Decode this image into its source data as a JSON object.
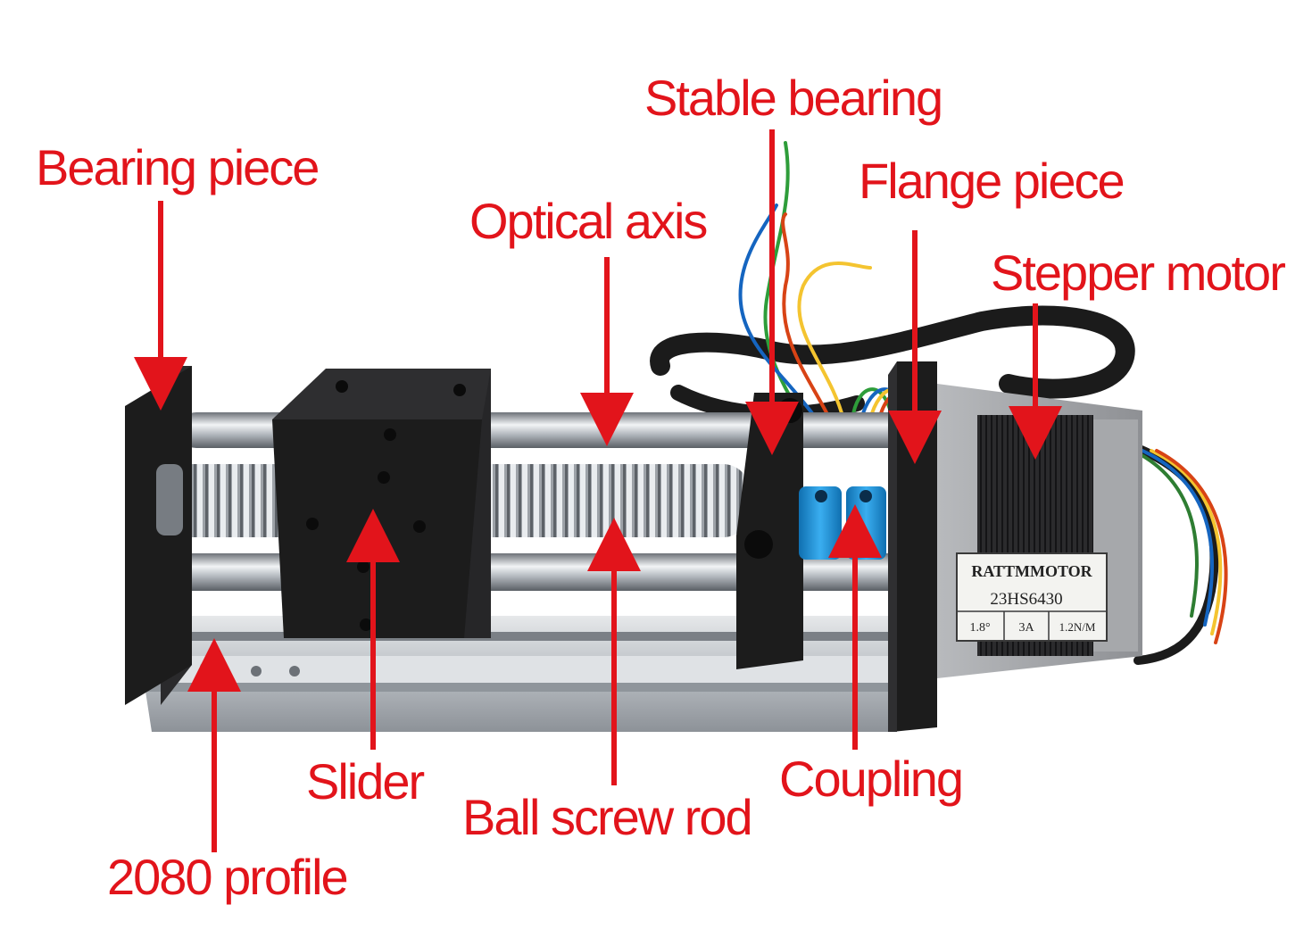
{
  "labels": {
    "stable_bearing": "Stable bearing",
    "bearing_piece": "Bearing piece",
    "flange_piece": "Flange piece",
    "optical_axis": "Optical axis",
    "stepper_motor": "Stepper motor",
    "slider": "Slider",
    "ball_screw_rod": "Ball screw rod",
    "coupling": "Coupling",
    "profile_2080": "2080 profile"
  },
  "motor_plate": {
    "brand": "RATTMMOTOR",
    "model": "23HS6430",
    "step_angle": "1.8°",
    "current": "3A",
    "torque": "1.2N/M"
  },
  "colors": {
    "label_red": "#e2141b",
    "arrow_red": "#e2141b",
    "block_black": "#1c1c1c",
    "rail_silver": "#c9cdd2",
    "coupling_blue": "#1e8fd8",
    "motor_grey": "#9a9ca0"
  }
}
